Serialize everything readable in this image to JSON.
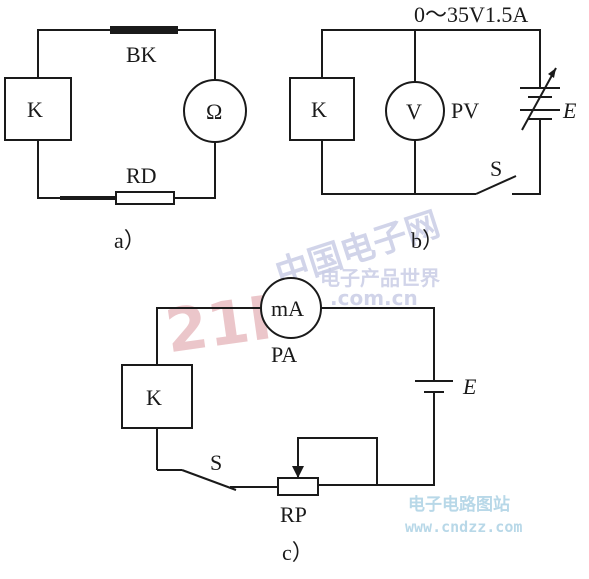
{
  "panel_a": {
    "caption": "a）",
    "k_label": "K",
    "ohm_label": "Ω",
    "bk_label": "BK",
    "rd_label": "RD"
  },
  "panel_b": {
    "caption": "b）",
    "k_label": "K",
    "v_label": "V",
    "pv_label": "PV",
    "e_label": "E",
    "s_label": "S",
    "supply_label": "0～35V1.5A"
  },
  "panel_c": {
    "caption": "c）",
    "k_label": "K",
    "ma_label": "mA",
    "pa_label": "PA",
    "e_label": "E",
    "s_label": "S",
    "rp_label": "RP"
  },
  "watermarks": {
    "top_cn": "中国电子网",
    "top_en": ".com.cn",
    "top_red": "21IC",
    "top_small": "电子产品世界",
    "bottom_cn": "电子电路图站",
    "bottom_url": "www.cndzz.com"
  },
  "colors": {
    "ink": "#1a1a1a",
    "watermark_blue": "#c9cde6",
    "watermark_red": "#e7b9bd",
    "watermark_cyan": "#b8d8e8"
  }
}
